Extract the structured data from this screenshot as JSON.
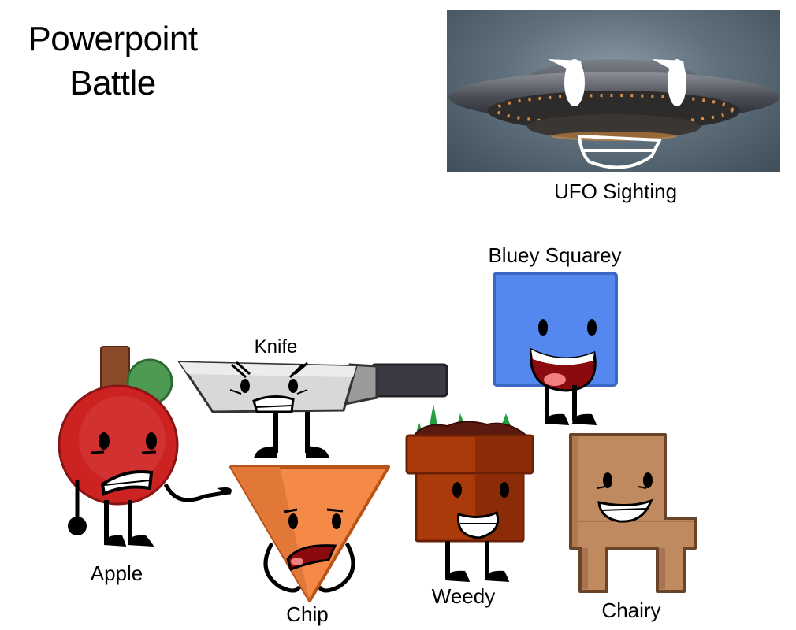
{
  "slide": {
    "title_line1": "Powerpoint",
    "title_line2": "Battle"
  },
  "ufo": {
    "caption": "UFO Sighting",
    "icon": "ufo-with-face-photo"
  },
  "characters": [
    {
      "name": "Apple",
      "icon": "apple-character",
      "color": "#cc2222"
    },
    {
      "name": "Knife",
      "icon": "knife-character",
      "color": "#d9d9d9"
    },
    {
      "name": "Chip",
      "icon": "chip-character",
      "color": "#f08040"
    },
    {
      "name": "Weedy",
      "icon": "flowerpot-character",
      "color": "#a33a0a"
    },
    {
      "name": "Bluey Squarey",
      "icon": "blue-square-character",
      "color": "#5588ee"
    },
    {
      "name": "Chairy",
      "icon": "chair-character",
      "color": "#c08a60"
    }
  ]
}
